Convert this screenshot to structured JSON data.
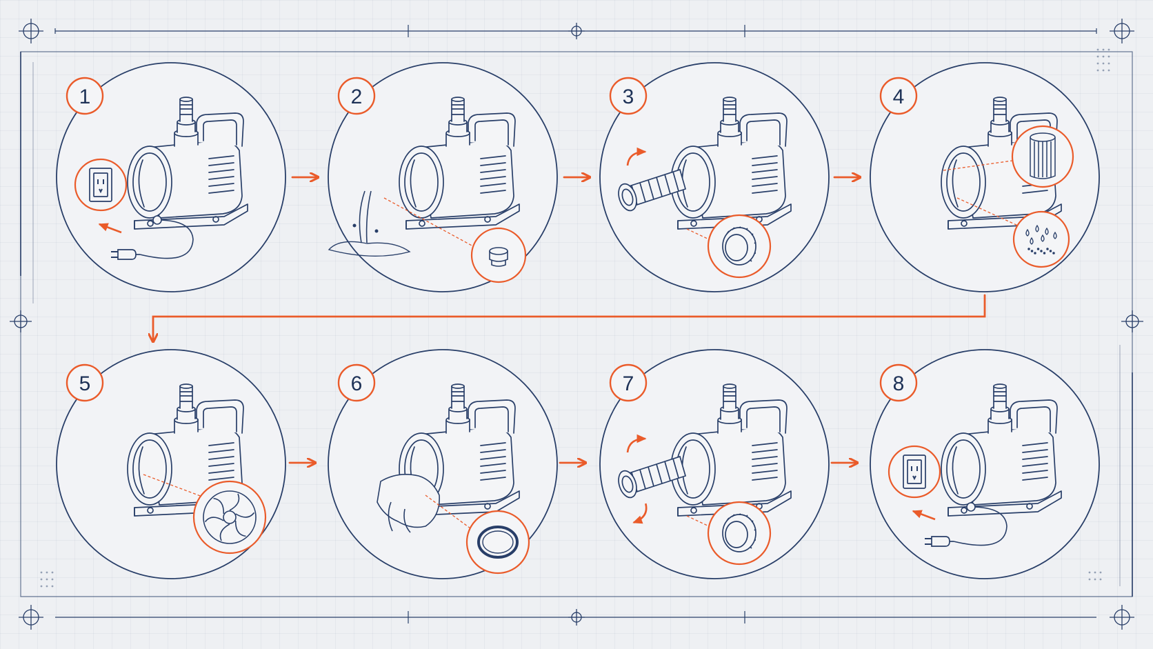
{
  "diagram": {
    "steps": [
      {
        "number": "1",
        "icons": [
          "wall-outlet-icon",
          "power-plug-icon",
          "pump-icon"
        ]
      },
      {
        "number": "2",
        "icons": [
          "pump-icon",
          "water-drain-icon",
          "drain-plug-icon"
        ]
      },
      {
        "number": "3",
        "icons": [
          "pump-icon",
          "filter-cage-icon",
          "rotate-arrow-icon",
          "cap-icon"
        ]
      },
      {
        "number": "4",
        "icons": [
          "pump-icon",
          "filter-sponge-icon",
          "debris-icon"
        ]
      },
      {
        "number": "5",
        "icons": [
          "pump-icon",
          "impeller-icon"
        ]
      },
      {
        "number": "6",
        "icons": [
          "pump-icon",
          "cloth-hand-icon",
          "o-ring-icon"
        ]
      },
      {
        "number": "7",
        "icons": [
          "pump-icon",
          "filter-cage-icon",
          "rotate-arrow-icon",
          "cap-icon"
        ]
      },
      {
        "number": "8",
        "icons": [
          "wall-outlet-icon",
          "power-plug-icon",
          "pump-icon"
        ]
      }
    ],
    "colors": {
      "line": "#283e68",
      "accent": "#ea5b2a",
      "background": "#eef0f3"
    }
  }
}
